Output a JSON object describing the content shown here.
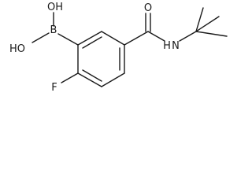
{
  "molecule": {
    "atoms": {
      "hydroxyl_top": "OH",
      "hydroxyl_left": "HO",
      "boron": "B",
      "carbonyl_oxygen": "O",
      "amide_nitrogen": "N",
      "amide_hydrogen": "H",
      "fluorine": "F"
    }
  }
}
